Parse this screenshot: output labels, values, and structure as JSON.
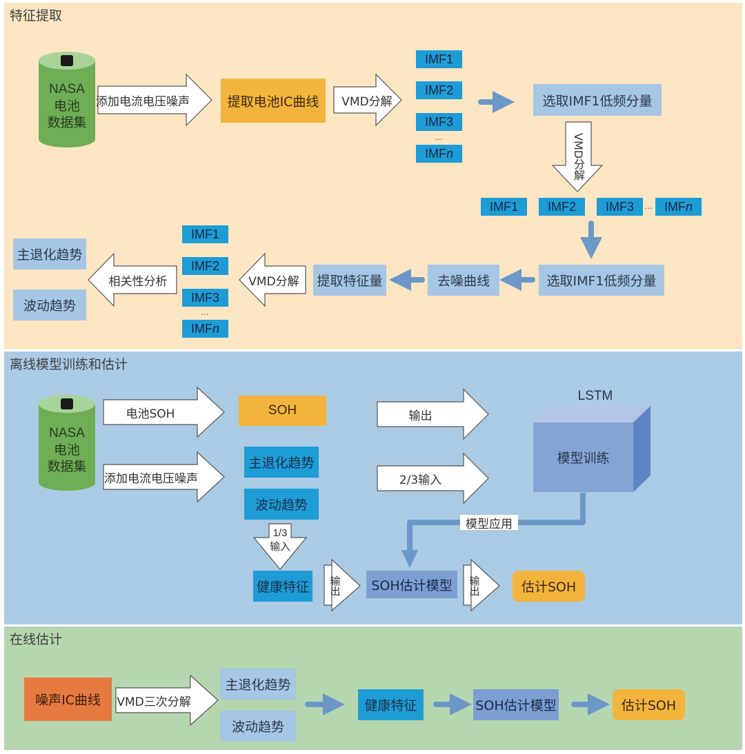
{
  "sections": {
    "feature_extraction": {
      "title": "特征提取",
      "battery": {
        "line1": "NASA",
        "line2": "电池",
        "line3": "数据集"
      },
      "arrow_add_noise": "添加电流电压噪声",
      "extract_ic": "提取电池IC曲线",
      "arrow_vmd1": "VMD分解",
      "imf_col1": [
        "IMF1",
        "IMF2",
        "IMF3",
        "…",
        "IMF"
      ],
      "imf_n_suffix": "n",
      "select_imf1_top": "选取IMF1低频分量",
      "arrow_vmd_down": "VMD分解",
      "imf_row": [
        "IMF1",
        "IMF2",
        "IMF3",
        "…",
        "IMF"
      ],
      "select_imf1_bottom": "选取IMF1低频分量",
      "denoise_curve": "去噪曲线",
      "extract_features": "提取特征量",
      "arrow_vmd_left": "VMD分解",
      "imf_col2": [
        "IMF1",
        "IMF2",
        "IMF3",
        "…",
        "IMF"
      ],
      "arrow_correlation": "相关性分析",
      "main_trend": "主退化趋势",
      "fluctuation_trend": "波动趋势"
    },
    "offline": {
      "title": "离线模型训练和估计",
      "battery": {
        "line1": "NASA",
        "line2": "电池",
        "line3": "数据集"
      },
      "arrow_soh": "电池SOH",
      "soh_box": "SOH",
      "arrow_add_noise": "添加电流电压噪声",
      "main_trend": "主退化趋势",
      "fluctuation_trend": "波动趋势",
      "arrow_output": "输出",
      "arrow_input_23": "2/3输入",
      "lstm_label": "LSTM",
      "model_training": "模型训练",
      "model_apply": "模型应用",
      "arrow_input_13_a": "1/3",
      "arrow_input_13_b": "输入",
      "health_feature": "健康特征",
      "arrow_output_v1": "输出",
      "soh_model": "SOH估计模型",
      "arrow_output_v2": "输出",
      "estimated_soh": "估计SOH"
    },
    "online": {
      "title": "在线估计",
      "noise_ic": "噪声IC曲线",
      "arrow_vmd3": "VMD三次分解",
      "main_trend": "主退化趋势",
      "fluctuation_trend": "波动趋势",
      "health_feature": "健康特征",
      "soh_model": "SOH估计模型",
      "estimated_soh": "估计SOH"
    }
  },
  "colors": {
    "feature_bg": "#fce5c3",
    "offline_bg": "#abcae3",
    "online_bg": "#b6d6b0",
    "imf_blue": "#1e9cd6",
    "light_blue": "#a6c6e4",
    "orange": "#f2b43c",
    "red_orange": "#e57940",
    "purple_blue": "#7c9ed2",
    "arrow_blue": "#6b98c8",
    "battery_green": "#6fae55"
  }
}
